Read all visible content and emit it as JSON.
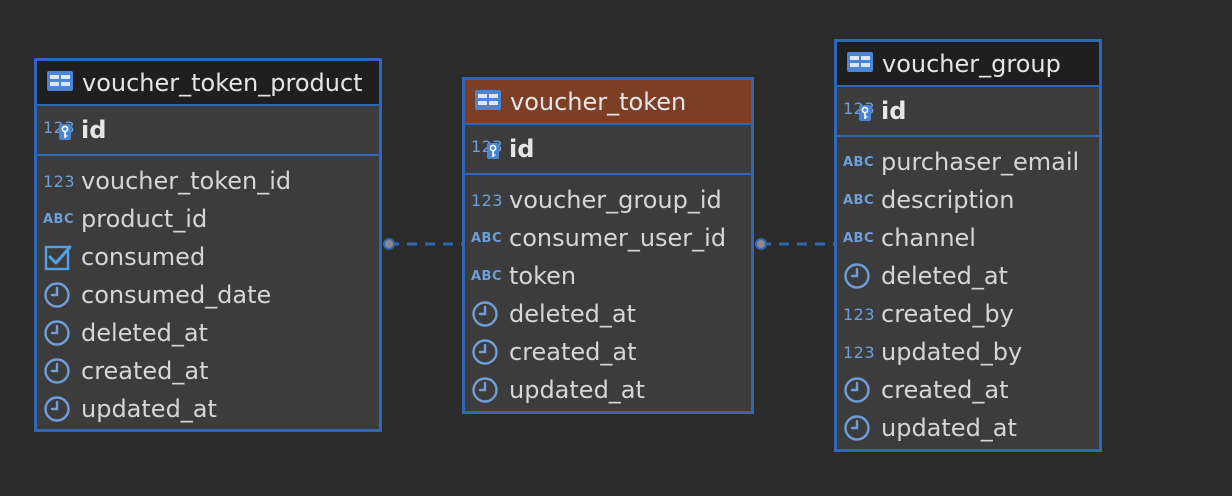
{
  "colors": {
    "background": "#2b2b2b",
    "border": "#2f67b4",
    "panel": "#3c3c3c",
    "header_default": "#1f1f1f",
    "header_selected": "#7c3e25",
    "icon_blue": "#6f9ed9"
  },
  "type_labels": {
    "number": "123",
    "text": "ABC"
  },
  "tables": [
    {
      "name": "voucher_token_product",
      "selected": false,
      "primary_key": "id",
      "columns": [
        {
          "name": "voucher_token_id",
          "type": "number"
        },
        {
          "name": "product_id",
          "type": "text"
        },
        {
          "name": "consumed",
          "type": "boolean"
        },
        {
          "name": "consumed_date",
          "type": "datetime"
        },
        {
          "name": "deleted_at",
          "type": "datetime"
        },
        {
          "name": "created_at",
          "type": "datetime"
        },
        {
          "name": "updated_at",
          "type": "datetime"
        }
      ]
    },
    {
      "name": "voucher_token",
      "selected": true,
      "primary_key": "id",
      "columns": [
        {
          "name": "voucher_group_id",
          "type": "number"
        },
        {
          "name": "consumer_user_id",
          "type": "text"
        },
        {
          "name": "token",
          "type": "text"
        },
        {
          "name": "deleted_at",
          "type": "datetime"
        },
        {
          "name": "created_at",
          "type": "datetime"
        },
        {
          "name": "updated_at",
          "type": "datetime"
        }
      ]
    },
    {
      "name": "voucher_group",
      "selected": false,
      "primary_key": "id",
      "columns": [
        {
          "name": "purchaser_email",
          "type": "text"
        },
        {
          "name": "description",
          "type": "text"
        },
        {
          "name": "channel",
          "type": "text"
        },
        {
          "name": "deleted_at",
          "type": "datetime"
        },
        {
          "name": "created_by",
          "type": "number"
        },
        {
          "name": "updated_by",
          "type": "number"
        },
        {
          "name": "created_at",
          "type": "datetime"
        },
        {
          "name": "updated_at",
          "type": "datetime"
        }
      ]
    }
  ],
  "relations": [
    {
      "from": "voucher_token_product",
      "to": "voucher_token"
    },
    {
      "from": "voucher_token",
      "to": "voucher_group"
    }
  ]
}
